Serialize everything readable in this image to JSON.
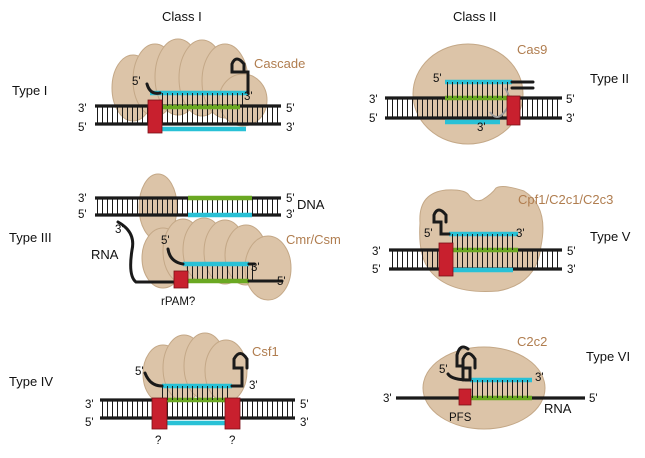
{
  "headers": {
    "class1": "Class I",
    "class2": "Class II"
  },
  "types": {
    "t1": "Type I",
    "t2": "Type II",
    "t3": "Type III",
    "t4": "Type IV",
    "t5": "Type V",
    "t6": "Type VI"
  },
  "effectors": {
    "cascade": "Cascade",
    "cas9": "Cas9",
    "cmr": "Cmr/Csm",
    "cpf1": "Cpf1/C2c1/C2c3",
    "csf1": "Csf1",
    "c2c2": "C2c2"
  },
  "strand_labels": {
    "three": "3'",
    "five": "5'"
  },
  "misc": {
    "dna": "DNA",
    "rna": "RNA",
    "rpam": "rPAM?",
    "q": "?",
    "pfs": "PFS",
    "rna_target": "RNA"
  },
  "colors": {
    "protein": "#dcc4a8",
    "crRNA": "#29c1d6",
    "target": "#6aa822",
    "pam": "#c8202e",
    "effector_text": "#b07d4f"
  }
}
